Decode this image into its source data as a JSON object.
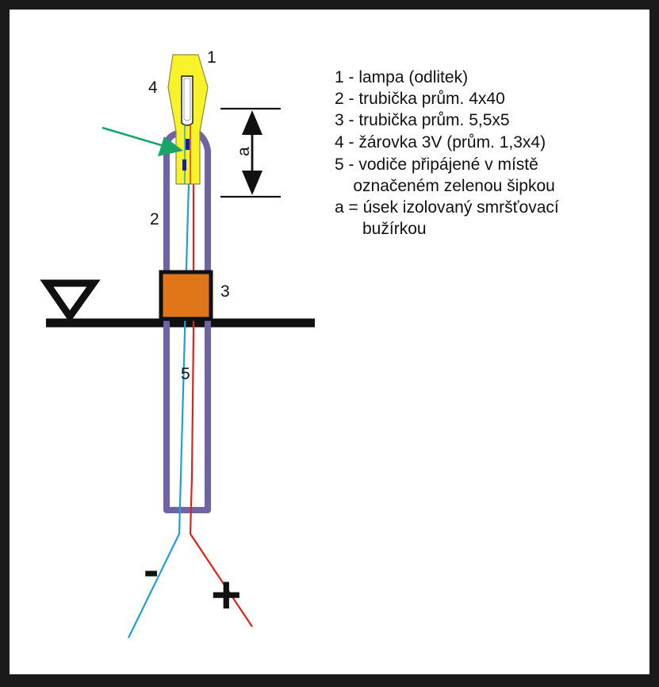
{
  "labels": {
    "n1": "1",
    "n2": "2",
    "n3": "3",
    "n4": "4",
    "n5": "5",
    "a": "a",
    "minus": "-",
    "plus": "+"
  },
  "legend": [
    "1 - lampa (odlitek)",
    "2 - trubička prům. 4x40",
    "3 - trubička prům. 5,5x5",
    "4 - žárovka 3V (prům. 1,3x4)",
    "5 - vodiče připájené v místě",
    "    označeném zelenou šipkou",
    "a = úsek izolovaný smršťovací",
    "      bužírkou"
  ],
  "colors": {
    "tube": "#6f62a5",
    "sleeve": "#e0761a",
    "lamp": "#f8f22a",
    "arrow": "#19a56a",
    "wire_negative": "#1e9fd8",
    "wire_positive": "#d8251e",
    "frame": "#1a1a1a"
  }
}
